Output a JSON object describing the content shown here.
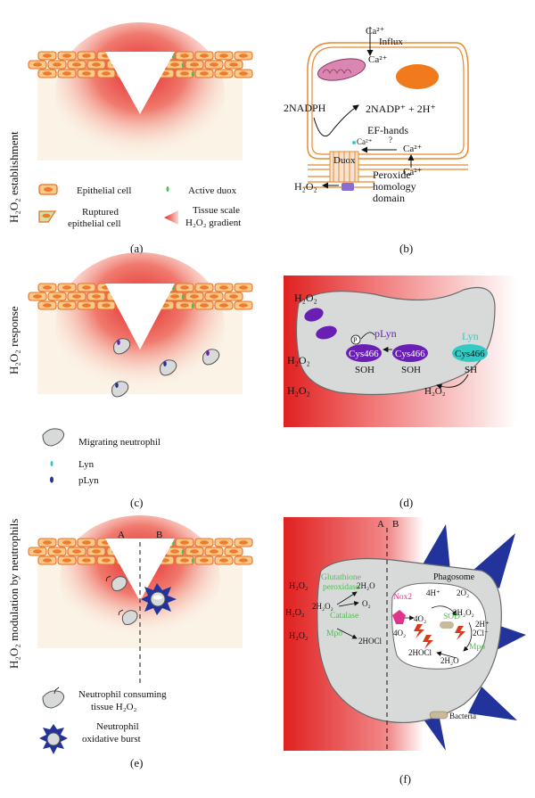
{
  "row_labels": {
    "row1": "H₂O₂ establishment",
    "row2": "H₂O₂ response",
    "row3": "H₂O₂ modulation by neutrophils"
  },
  "panel_labels": {
    "a": "(a)",
    "b": "(b)",
    "c": "(c)",
    "d": "(d)",
    "e": "(e)",
    "f": "(f)"
  },
  "legend_a": {
    "epithelial_cell": "Epithelial cell",
    "active_duox": "Active duox",
    "ruptured_line1": "Ruptured",
    "ruptured_line2": "epithelial cell",
    "gradient_line1": "Tissue scale",
    "gradient_line2": "H₂O₂ gradient"
  },
  "panel_b": {
    "ca_top": "Ca²⁺",
    "influx": "Influx",
    "ca_inside": "Ca²⁺",
    "nadph": "2NADPH",
    "nadp": "2NADP⁺ + 2H⁺",
    "ef_hands": "EF-hands",
    "ca_small": "Ca²⁺",
    "question": "?",
    "ca_right": "Ca²⁺",
    "ca_right_low": "Ca²⁺",
    "duox": "Duox",
    "h2o2": "H₂O₂",
    "peroxide_line1": "Peroxide",
    "peroxide_line2": "homology",
    "peroxide_line3": "domain"
  },
  "legend_c": {
    "migrating": "Migrating neutrophil",
    "lyn": "Lyn",
    "plyn": "pLyn"
  },
  "panel_d": {
    "h2o2_1": "H₂O₂",
    "h2o2_2": "H₂O₂",
    "h2o2_3": "H₂O₂",
    "p": "P",
    "plyn": "pLyn",
    "cys_1": "Cys466",
    "cys_2": "Cys466",
    "cys_3": "Cys466",
    "soh_1": "SOH",
    "soh_2": "SOH",
    "lyn": "Lyn",
    "sh": "SH",
    "h2o2_center": "H₂O₂"
  },
  "panel_e": {
    "a": "A",
    "b": "B",
    "legend_consuming_line1": "Neutrophil consuming",
    "legend_consuming_line2": "tissue H₂O₂",
    "legend_burst_line1": "Neutrophil",
    "legend_burst_line2": "oxidative burst"
  },
  "panel_f": {
    "a": "A",
    "b": "B",
    "h2o2_1": "H₂O₂",
    "h2o2_2": "H₂O₂",
    "h2o2_3": "H₂O₂",
    "gp_line1": "Glutathione",
    "gp_line2": "peroxidase",
    "two_h2o2": "2H₂O₂",
    "two_h2o": "2H₂O",
    "o2": "O₂",
    "catalase": "Catalase",
    "mpo": "Mpo",
    "two_hocl": "2HOCl",
    "nox2": "Nox2",
    "phagosome": "Phagosome",
    "four_h": "4H⁺",
    "two_o2": "2O₂",
    "four_o2_a": "4O₂",
    "four_o2_b": "4O₂",
    "sod": "SOD",
    "p_2h2o2": "2H₂O₂",
    "p_2h": "2H⁺",
    "p_2cl": "2Cl⁻",
    "p_2hocl": "2HOCl",
    "p_2h2o": "2H₂O",
    "p_mpo": "Mpo",
    "bacteria": "Bacteria"
  },
  "colors": {
    "epithelial_fill": "#f7c98a",
    "epithelial_stroke": "#e8702a",
    "nucleus": "#f07a2a",
    "ruptured": "#cfe3a6",
    "duox_green": "#4bc04b",
    "gradient_red": "#e32a2a",
    "tissue_bg": "#fbf3e6",
    "neutrophil_gray": "#d8dada",
    "plyn_purple": "#6a1fb4",
    "lyn_teal": "#35c9c3",
    "burst_blue": "#22349b",
    "nox2_magenta": "#e0338a"
  }
}
